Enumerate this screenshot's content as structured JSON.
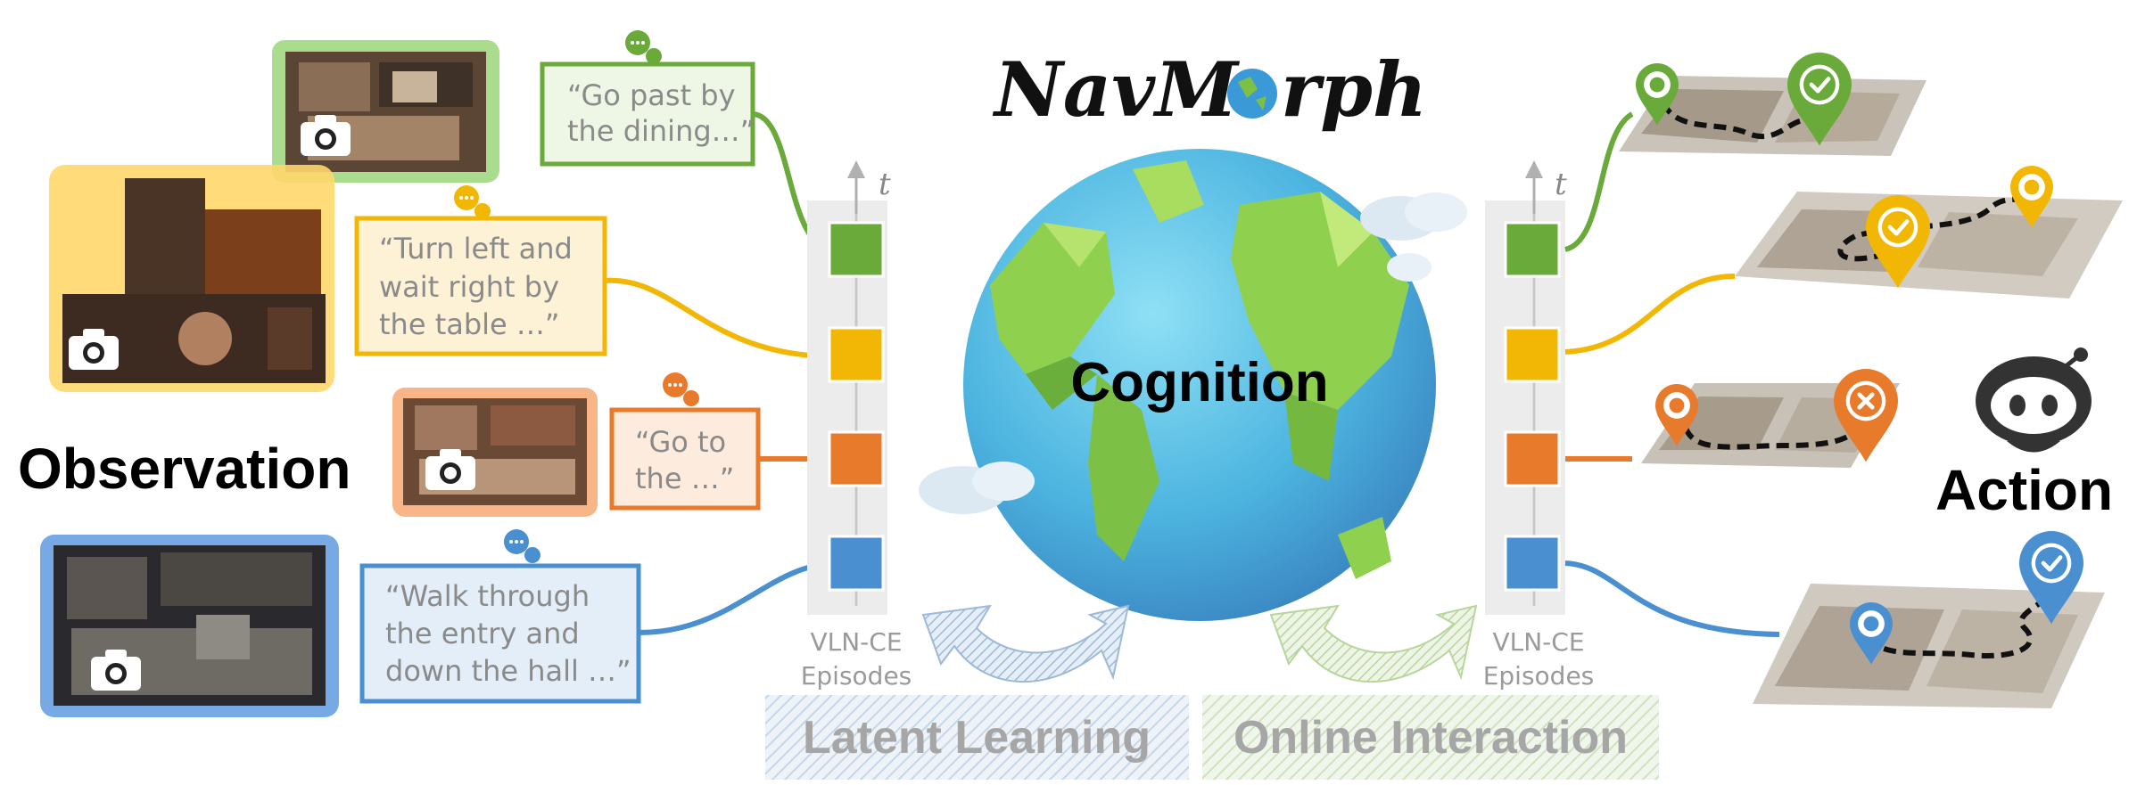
{
  "title": "NavMorph",
  "title_parts": {
    "prefix": "NavM",
    "suffix": "rph"
  },
  "center_label": "Cognition",
  "left_label": "Observation",
  "right_label": "Action",
  "time_label": "t",
  "timeline_caption": [
    "VLN-CE",
    "Episodes"
  ],
  "bottom_labels": {
    "left": "Latent Learning",
    "right": "Online Interaction"
  },
  "instructions": [
    {
      "lines": [
        "“Go past by",
        "the dining…”"
      ],
      "color": "#6aaa3a"
    },
    {
      "lines": [
        "“Turn left and",
        "wait right by",
        "the table …”"
      ],
      "color": "#f2b705"
    },
    {
      "lines": [
        "“Go to",
        "the …”"
      ],
      "color": "#e87a2c"
    },
    {
      "lines": [
        "“Walk through",
        "the entry and",
        "down the hall …”"
      ],
      "color": "#4a8fd0"
    }
  ],
  "colors": {
    "green": "#6aaa3a",
    "yellow": "#f2b705",
    "orange": "#e87a2c",
    "blue": "#4a8fd0"
  },
  "icons": [
    "chat-icon",
    "camera-icon",
    "location-pin-icon",
    "check-icon",
    "cross-icon",
    "robot-icon",
    "globe-icon",
    "cloud-icon",
    "cycle-arrow-icon"
  ]
}
